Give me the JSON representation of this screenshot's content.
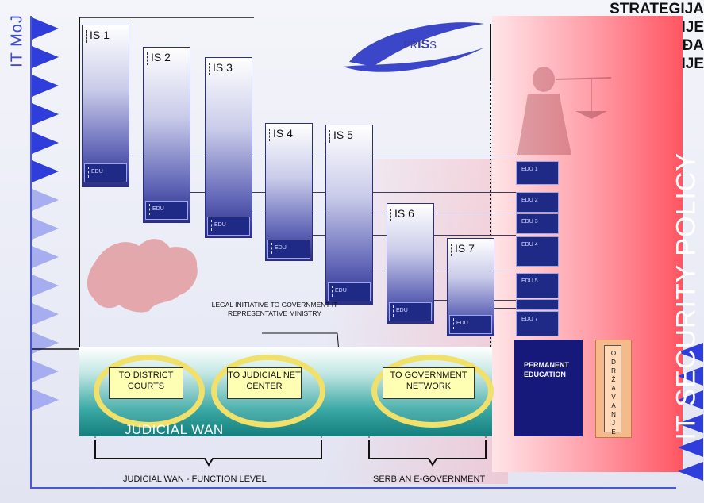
{
  "side_label": "IT MoJ",
  "title_lines": [
    "STRATEGIJA",
    "INFORMATIZACIJE",
    "PRAVOSUĐA",
    "SRBIJE"
  ],
  "priss": {
    "pre": "PR",
    "bold": "IS",
    "post": "S"
  },
  "security_policy": "IT SECURITY POLICY",
  "systems": [
    "IS 1",
    "IS 2",
    "IS 3",
    "IS 4",
    "IS 5",
    "IS 6",
    "IS 7"
  ],
  "edu_label": "EDU",
  "edu_right": [
    "EDU 1",
    "EDU 2",
    "EDU 3",
    "EDU 4",
    "EDU 5",
    "",
    "EDU 7"
  ],
  "legal_initiative": "LEGAL INITIATIVE TO GOVERNMENT IT REPRESENTATIVE MINISTRY",
  "wan_boxes": [
    "TO DISTRICT COURTS",
    "TO JUDICIAL NET CENTER",
    "TO GOVERNMENT NETWORK"
  ],
  "wan_label": "JUDICIAL WAN",
  "permanent_education": "PERMANENT EDUCATION",
  "odrzavanje": [
    "O",
    "D",
    "R",
    "Ž",
    "A",
    "V",
    "A",
    "N",
    "J",
    "E"
  ],
  "braces": [
    "JUDICIAL WAN - FUNCTION LEVEL",
    "SERBIAN E-GOVERNMENT"
  ]
}
